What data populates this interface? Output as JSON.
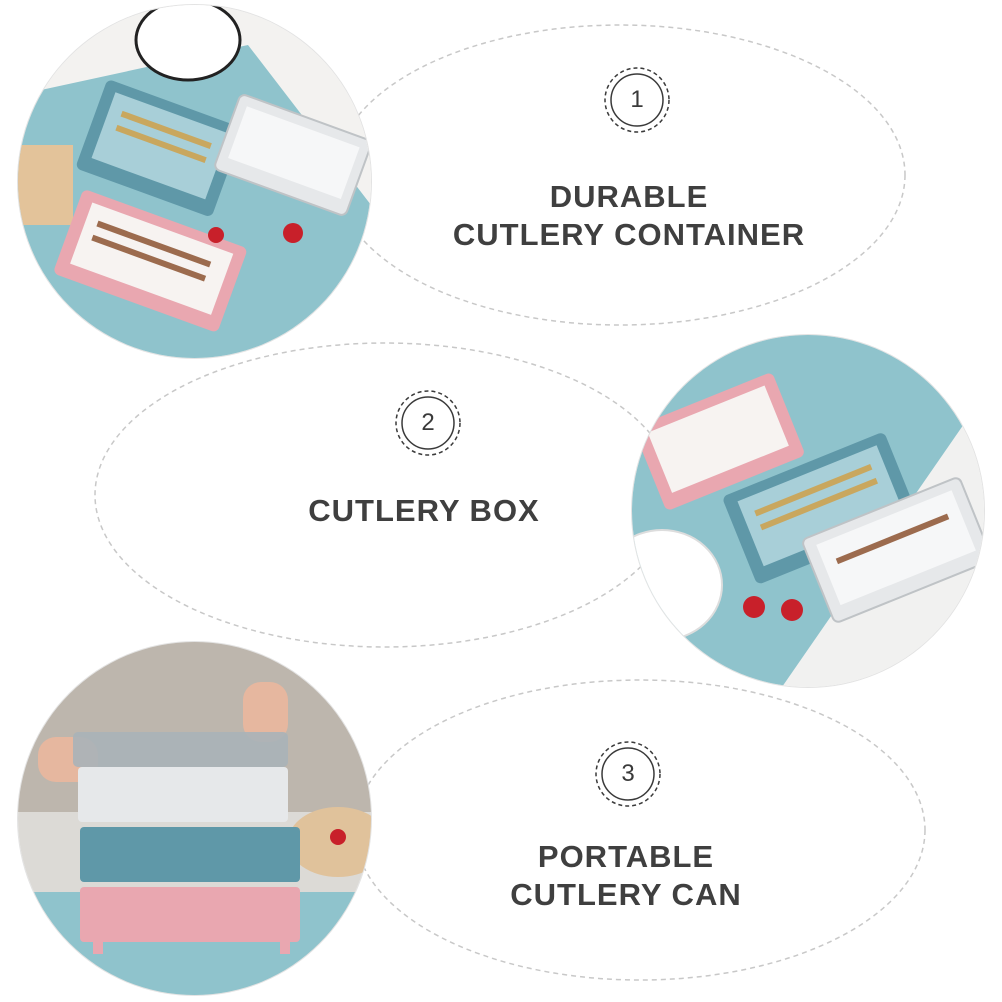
{
  "features": [
    {
      "number": "1",
      "lines": [
        "DURABLE",
        "CUTLERY CONTAINER"
      ]
    },
    {
      "number": "2",
      "lines": [
        "CUTLERY BOX"
      ]
    },
    {
      "number": "3",
      "lines": [
        "PORTABLE",
        "CUTLERY CAN"
      ]
    }
  ],
  "colors": {
    "heading": "#3f3f3f",
    "guide_line": "#c8c8c8",
    "tabletop_blue": "#8fc3cc",
    "box_pink": "#e9a7b0",
    "box_blue": "#5f98a8",
    "box_white": "#e6e8ea"
  },
  "photos": [
    {
      "subject": "three cutlery boxes with lids on a blue and white table"
    },
    {
      "subject": "pink, blue and white cutlery boxes side by side with cutlery inside"
    },
    {
      "subject": "hands stacking three cutlery boxes"
    }
  ]
}
